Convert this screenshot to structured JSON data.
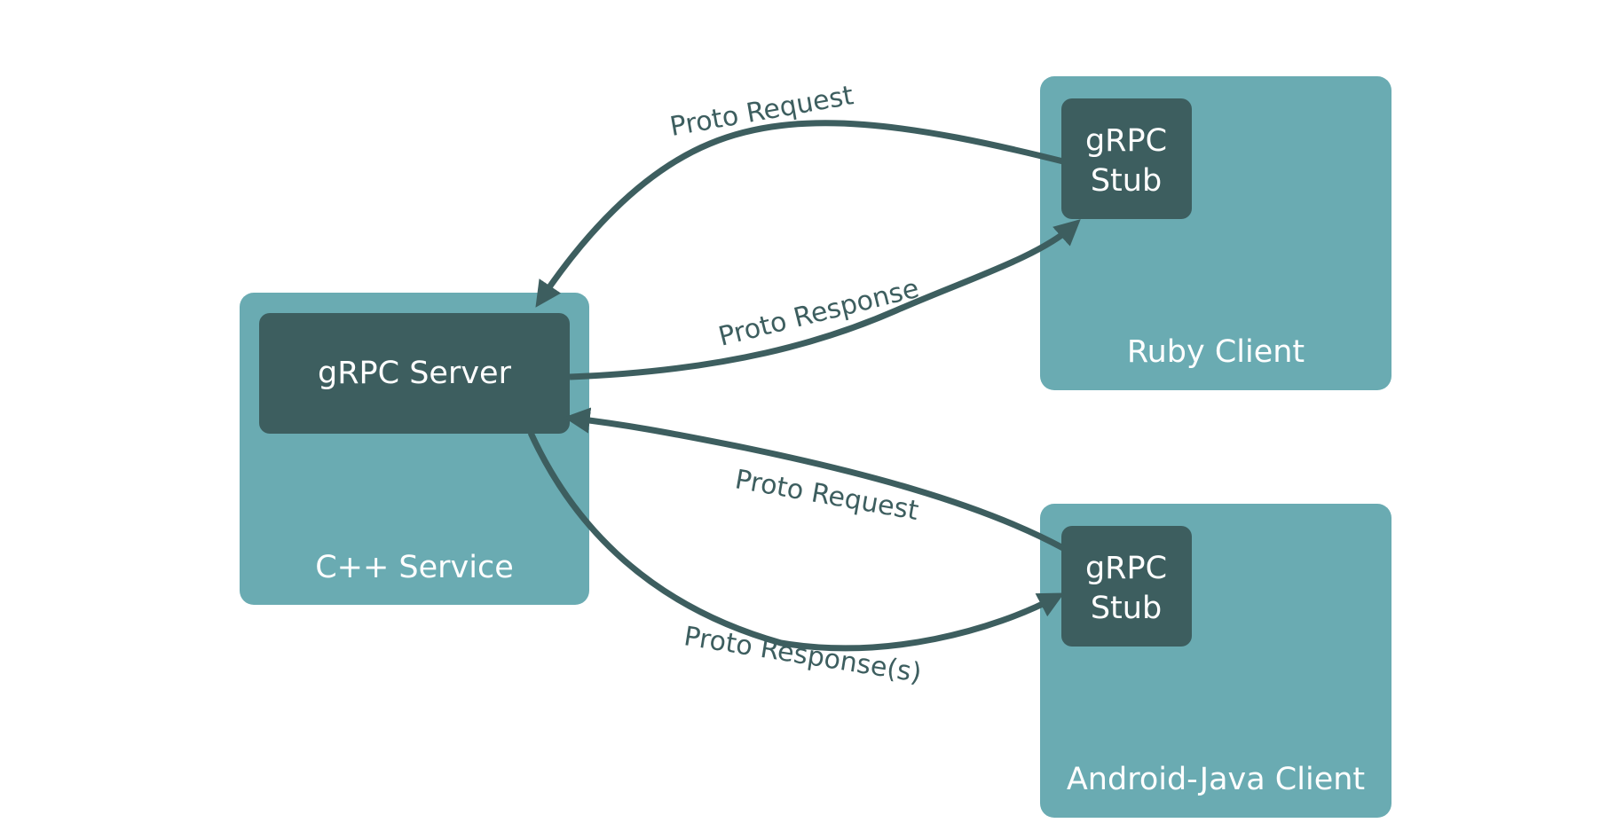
{
  "colors": {
    "outer_box": "#6aabb2",
    "inner_box": "#3d5e5f",
    "arrow": "#3d5e5f",
    "box_text": "#ffffff"
  },
  "nodes": {
    "cpp_service": {
      "label": "C++ Service",
      "inner_label": "gRPC Server"
    },
    "ruby_client": {
      "label": "Ruby Client",
      "inner_label_line1": "gRPC",
      "inner_label_line2": "Stub"
    },
    "android_client": {
      "label": "Android-Java Client",
      "inner_label_line1": "gRPC",
      "inner_label_line2": "Stub"
    }
  },
  "edges": {
    "ruby_request": "Proto Request",
    "ruby_response": "Proto Response",
    "android_request": "Proto Request",
    "android_response": "Proto Response(s)"
  }
}
